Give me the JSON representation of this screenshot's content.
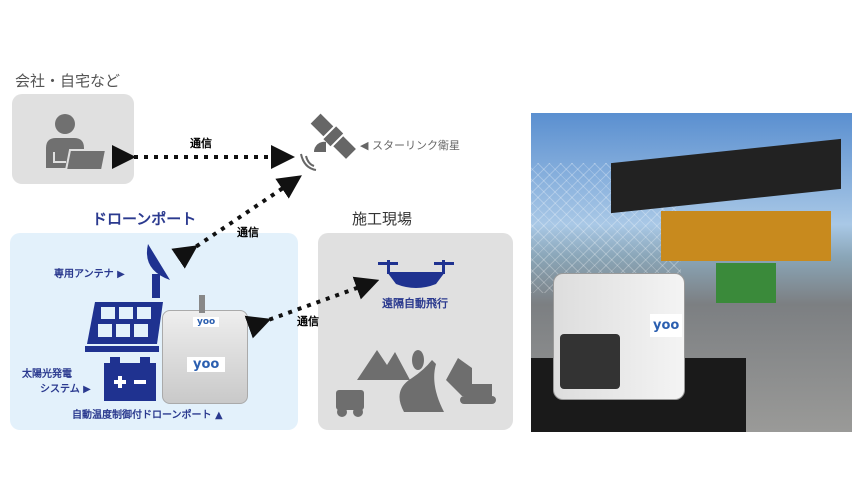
{
  "office": {
    "title": "会社・自宅など"
  },
  "satellite": {
    "label": "◀ スターリンク衛星"
  },
  "links": {
    "office_satellite": "通信",
    "satellite_port": "通信",
    "port_drone": "通信"
  },
  "droneport": {
    "title": "ドローンポート",
    "antenna_label": "専用アンテナ ▶",
    "solar_label_1": "太陽光発電",
    "solar_label_2": "システム ▶",
    "port_label": "自動温度制御付ドローンポート ▲",
    "logo": "yoo"
  },
  "site": {
    "title": "施工現場",
    "drone_label": "遠隔自動飛行"
  },
  "colors": {
    "navy": "#1f3290",
    "panel_blue": "#e3f1fb",
    "panel_gray": "#e0e0e0",
    "icon_gray": "#707070"
  }
}
